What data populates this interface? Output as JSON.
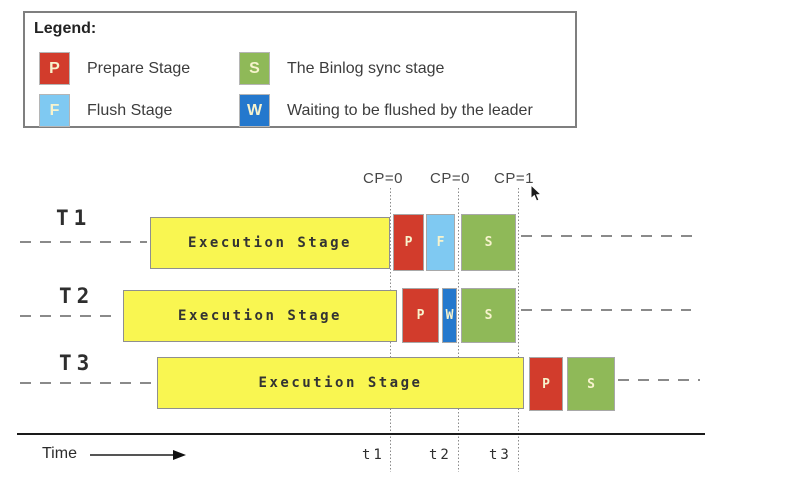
{
  "legend": {
    "title": "Legend:",
    "items": [
      {
        "letter": "P",
        "label": "Prepare Stage",
        "color": "#d23c2c"
      },
      {
        "letter": "S",
        "label": "The Binlog sync stage",
        "color": "#8fb958"
      },
      {
        "letter": "F",
        "label": "Flush Stage",
        "color": "#7fc9f2"
      },
      {
        "letter": "W",
        "label": "Waiting to be flushed by the leader",
        "color": "#2478cd"
      }
    ]
  },
  "checkpoints": [
    {
      "label": "CP=0"
    },
    {
      "label": "CP=0"
    },
    {
      "label": "CP=1"
    }
  ],
  "rows": [
    {
      "label": "T1",
      "bar_label": "Execution Stage",
      "blocks": [
        {
          "letter": "P",
          "color": "#d23c2c"
        },
        {
          "letter": "F",
          "color": "#7fc9f2"
        },
        {
          "letter": "S",
          "color": "#8fb958"
        }
      ]
    },
    {
      "label": "T2",
      "bar_label": "Execution Stage",
      "blocks": [
        {
          "letter": "P",
          "color": "#d23c2c"
        },
        {
          "letter": "W",
          "color": "#2478cd"
        },
        {
          "letter": "S",
          "color": "#8fb958"
        }
      ]
    },
    {
      "label": "T3",
      "bar_label": "Execution Stage",
      "blocks": [
        {
          "letter": "P",
          "color": "#d23c2c"
        },
        {
          "letter": "S",
          "color": "#8fb958"
        }
      ]
    }
  ],
  "axis": {
    "label": "Time",
    "ticks": [
      "t1",
      "t2",
      "t3"
    ]
  },
  "colors": {
    "execution_yellow": "#f9f651",
    "prepare_red": "#d23c2c",
    "flush_light_blue": "#7fc9f2",
    "sync_green": "#8fb958",
    "wait_blue": "#2478cd",
    "letter_cream": "#f7f3cd"
  }
}
